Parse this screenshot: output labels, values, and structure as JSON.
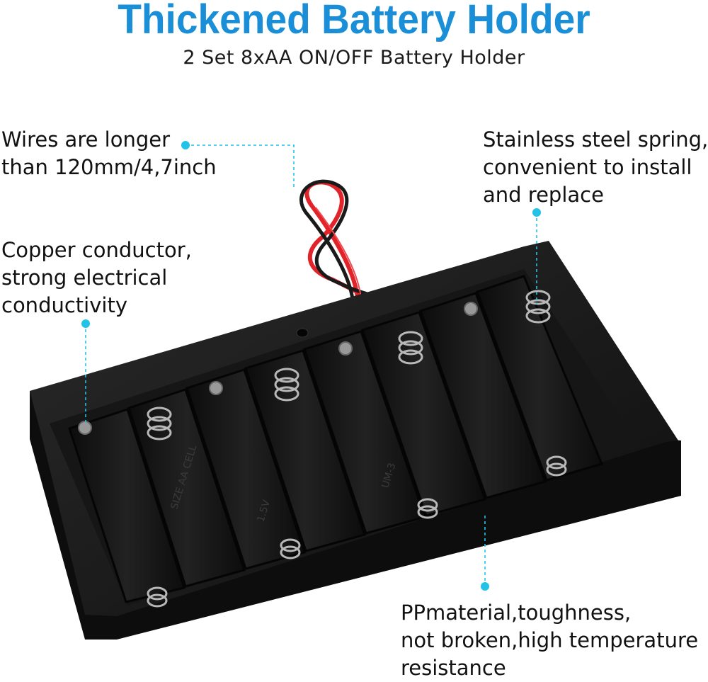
{
  "header": {
    "title": "Thickened Battery Holder",
    "subtitle": "2 Set 8xAA ON/OFF Battery Holder"
  },
  "callouts": {
    "wires": {
      "line1": "Wires are longer",
      "line2": "than 120mm/4,7inch"
    },
    "spring": {
      "line1": "Stainless steel spring,",
      "line2": "convenient to install",
      "line3": "and replace"
    },
    "copper": {
      "line1": "Copper conductor,",
      "line2": "strong electrical",
      "line3": "conductivity"
    },
    "material": {
      "line1": "PPmaterial,toughness,",
      "line2": "not broken,high temperature",
      "line3": "resistance"
    }
  },
  "colors": {
    "accent": "#1a8fd8",
    "callout_dot": "#22c3e6",
    "holder_body": "#141414",
    "wire_red": "#e0242a",
    "wire_black": "#1a1a1a"
  },
  "product": {
    "cell_count": 8,
    "cell_labels": [
      "1.5V",
      "SIZE AA CELL",
      "UM-3"
    ]
  }
}
